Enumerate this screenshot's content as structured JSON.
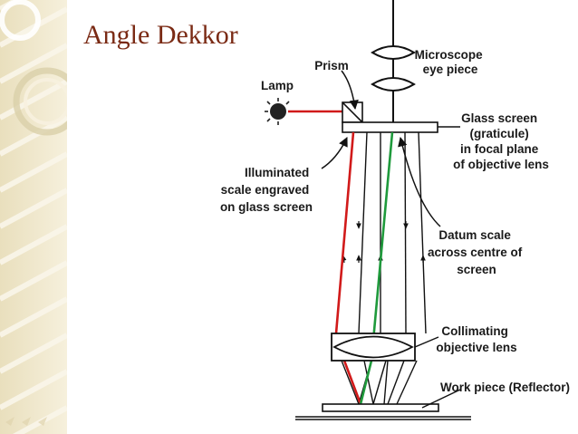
{
  "slide": {
    "title": "Angle Dekkor"
  },
  "diagram": {
    "labels": {
      "microscope": [
        "Microscope",
        "eye piece"
      ],
      "prism": [
        "Prism"
      ],
      "lamp": [
        "Lamp"
      ],
      "glass_screen": [
        "Glass screen",
        "(graticule)",
        "in focal plane",
        "of objective lens"
      ],
      "illuminated_scale": [
        "Illuminated",
        "scale engraved",
        "on glass screen"
      ],
      "datum_scale": [
        "Datum scale",
        "across centre of",
        "screen"
      ],
      "collimating_lens": [
        "Collimating",
        "objective lens"
      ],
      "work_piece": [
        "Work piece (Reflector)"
      ]
    },
    "colors": {
      "incident_ray": "#d11a1a",
      "reflected_ray": "#1f9a3c",
      "title": "#7a2a14",
      "sidebar": "#ede3c4"
    }
  }
}
